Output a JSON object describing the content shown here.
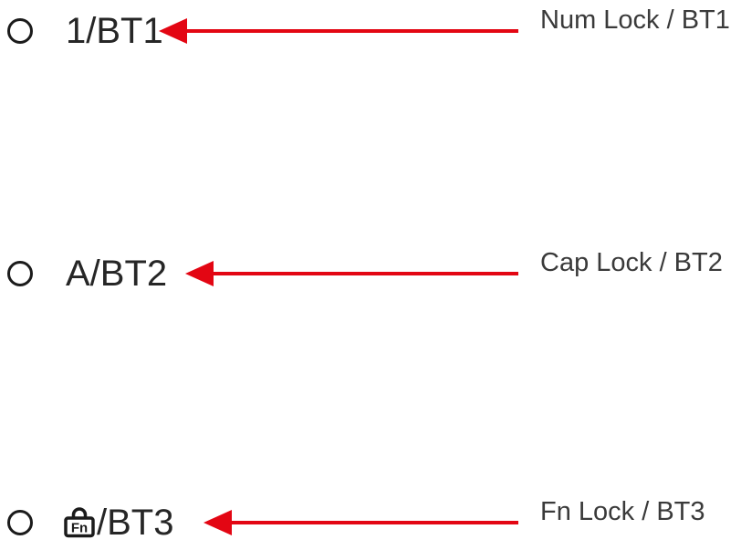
{
  "diagram": {
    "rows": [
      {
        "indicator": "1/BT1",
        "callout": "Num Lock / BT1"
      },
      {
        "indicator": "A/BT2",
        "callout": "Cap Lock / BT2"
      },
      {
        "indicator": "/BT3",
        "lock_icon_text": "Fn",
        "callout": "Fn Lock / BT3"
      }
    ]
  },
  "colors": {
    "arrow_red": "#e30613",
    "indicator_text": "#262626",
    "callout_text": "#3a3a3a",
    "icon_black": "#1b1b1b"
  }
}
